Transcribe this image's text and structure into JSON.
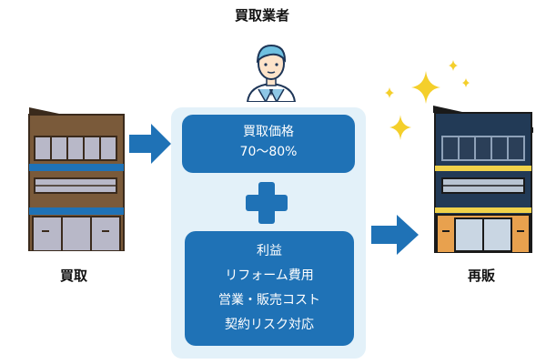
{
  "labels": {
    "dealer": "買取業者",
    "buy": "買取",
    "resale": "再販"
  },
  "price_box": {
    "line1": "買取価格",
    "line2": "70〜80%"
  },
  "cost_box": {
    "line1": "利益",
    "line2": "リフォーム費用",
    "line3": "営業・販売コスト",
    "line4": "契約リスク対応"
  },
  "colors": {
    "accent": "#1f72b6",
    "panel": "#e3f1f9",
    "old_house_wall": "#7a5a3a",
    "new_house_wall": "#223a56",
    "new_house_trim": "#f0d24a",
    "sparkle": "#f4cf2b"
  }
}
